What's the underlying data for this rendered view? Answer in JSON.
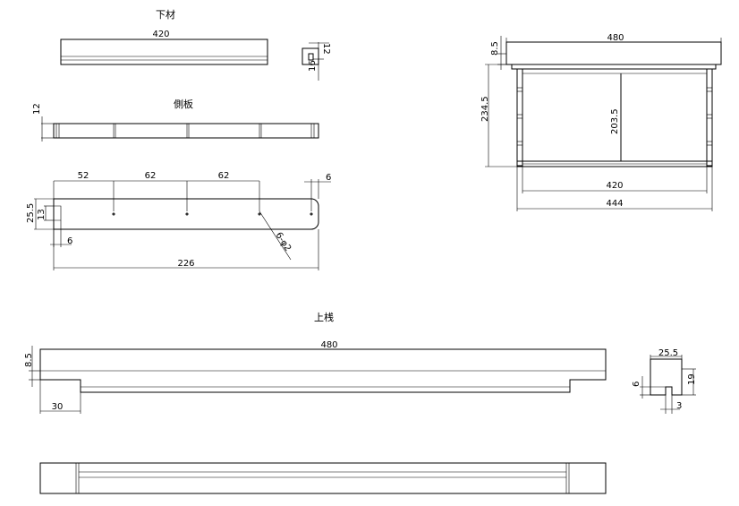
{
  "titles": {
    "bottom_member": "下材",
    "side_board": "側板",
    "top_member": "上桟"
  },
  "dims": {
    "bm_len": "420",
    "bm_h12": "12",
    "bm_h16": "16",
    "sb_h12": "12",
    "sb_52": "52",
    "sb_62a": "62",
    "sb_62b": "62",
    "sb_6r": "6",
    "sb_255": "25.5",
    "sb_13": "13",
    "sb_6l": "6",
    "sb_hole": "6-φ2",
    "sb_226": "226",
    "fv_480": "480",
    "fv_85": "8.5",
    "fv_2345": "234.5",
    "fv_2035": "203.5",
    "fv_420": "420",
    "fv_444": "444",
    "tm_480": "480",
    "tm_85": "8.5",
    "tm_30": "30",
    "sec_255": "25.5",
    "sec_6": "6",
    "sec_19": "19",
    "sec_3": "3"
  }
}
